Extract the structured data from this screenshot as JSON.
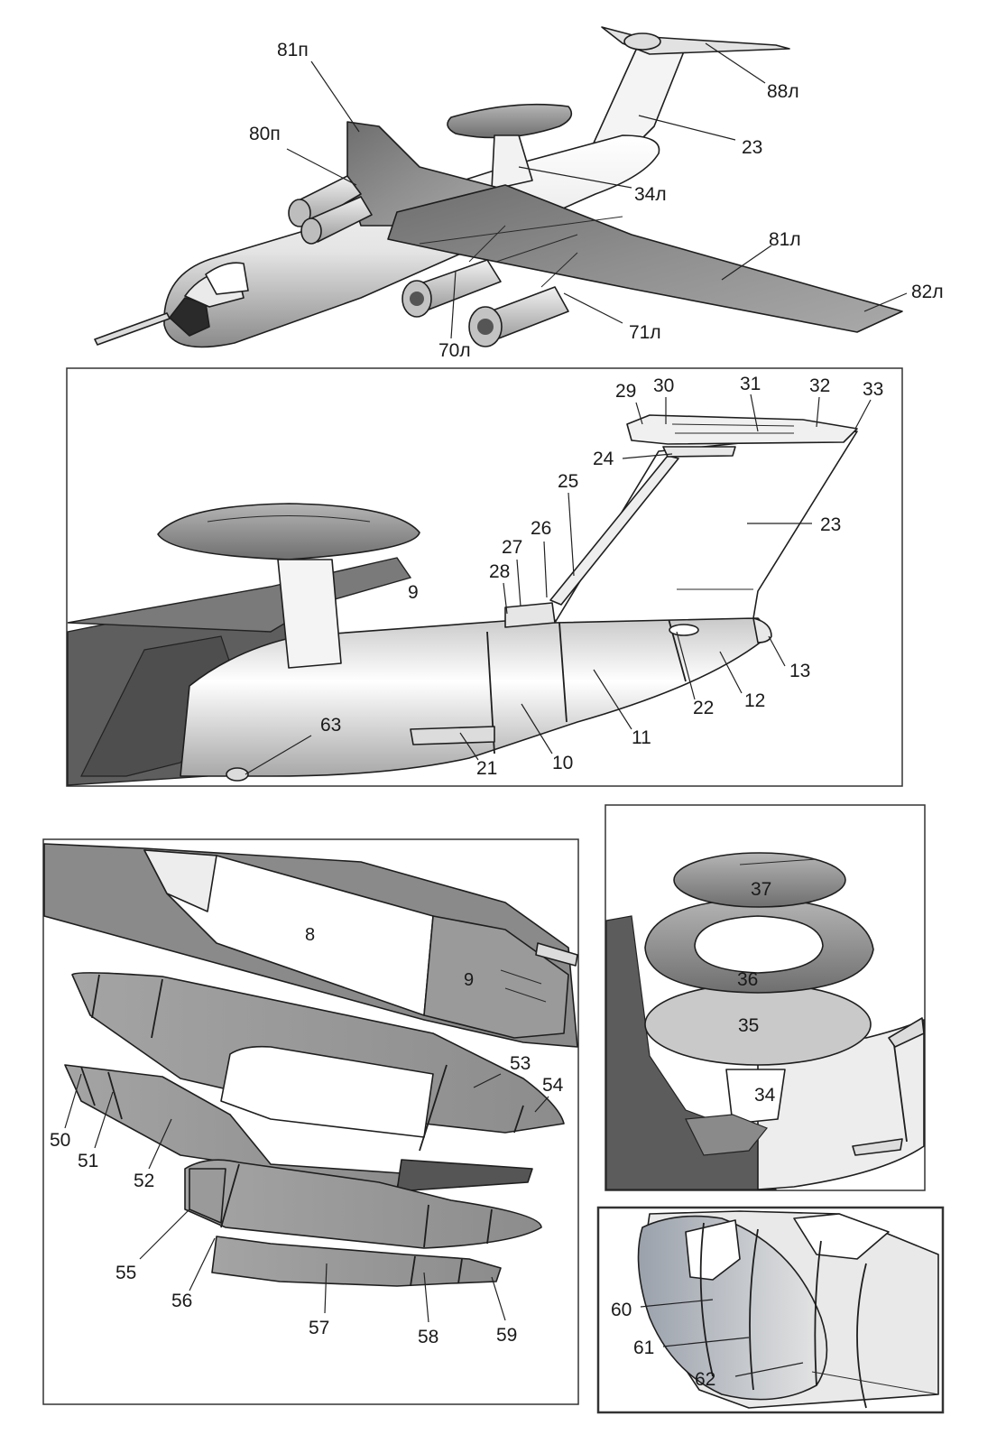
{
  "overview_labels": [
    "81п",
    "80п",
    "88л",
    "23",
    "34л",
    "81л",
    "82л",
    "71л",
    "70л"
  ],
  "tail_panel_labels": [
    "29",
    "30",
    "31",
    "32",
    "33",
    "24",
    "25",
    "23",
    "26",
    "27",
    "28",
    "9",
    "13",
    "12",
    "22",
    "11",
    "63",
    "21",
    "10"
  ],
  "fuselage_panel_labels": [
    "8",
    "9",
    "53",
    "54",
    "50",
    "51",
    "52",
    "55",
    "56",
    "57",
    "58",
    "59"
  ],
  "radome_panel_labels": [
    "37",
    "36",
    "35",
    "34"
  ],
  "nose_panel_labels": [
    "60",
    "61",
    "62"
  ]
}
